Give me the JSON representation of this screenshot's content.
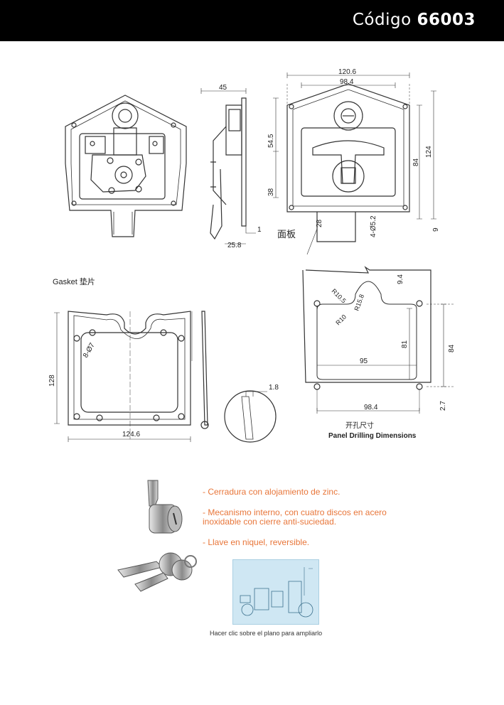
{
  "header": {
    "code_label": "Código",
    "code_number": "66003"
  },
  "labels": {
    "top_left": {
      "width": "45",
      "depth": "25.8",
      "offset": "1"
    },
    "top_right": {
      "overall_width": "120.6",
      "inner_width": "98.4",
      "h_upper": "54.5",
      "h_lower": "38",
      "h_inner": "84",
      "h_overall": "124",
      "bottom_offset": "9",
      "bolt_spec": "4-Ø5.2",
      "flange": "28",
      "panel_cn": "面板"
    },
    "gasket": {
      "title": "Gasket 垫片",
      "width": "124.6",
      "height": "128",
      "holes": "8-Ø7",
      "thickness": "1.8"
    },
    "panel": {
      "r1": "R10.5",
      "r2": "R15.8",
      "r3": "R10",
      "top_gap": "9.4",
      "inner_width": "95",
      "inner_height": "81",
      "overall_height": "84",
      "width": "98.4",
      "bottom_gap": "2.7",
      "title_cn": "开孔尺寸",
      "title_en": "Panel Drilling Dimensions"
    }
  },
  "features": [
    "- Cerradura con alojamiento de zinc.",
    "- Mecanismo interno, con cuatro discos  en acero inoxidable con cierre anti-suciedad.",
    "- Llave en niquel, reversible."
  ],
  "caption": "Hacer clic sobre el plano para ampliarlo"
}
